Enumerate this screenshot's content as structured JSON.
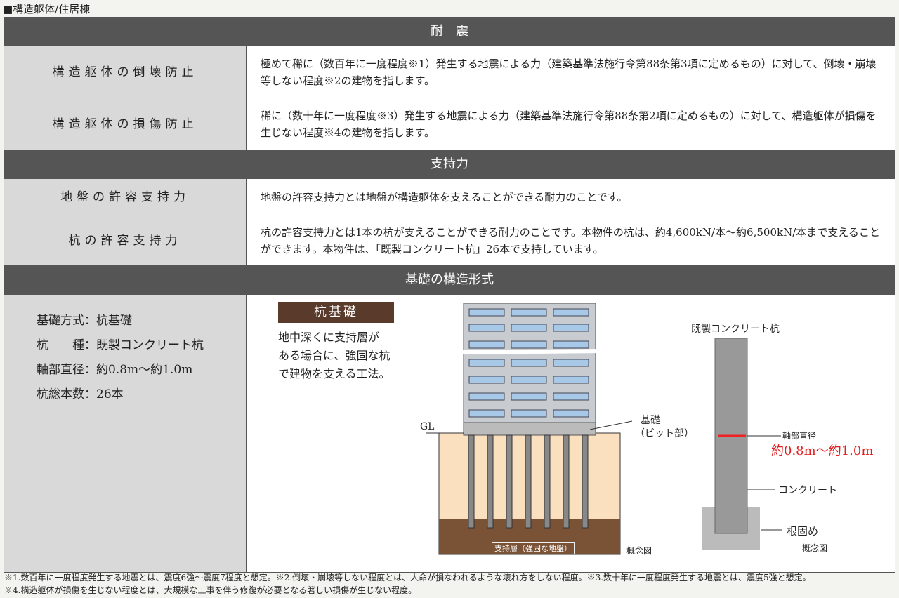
{
  "title": "■構造躯体/住居棟",
  "sections": [
    {
      "header": "耐　震",
      "rows": [
        {
          "label": "構造躯体の倒壊防止",
          "text": "極めて稀に（数百年に一度程度※1）発生する地震による力（建築基準法施行令第88条第3項に定めるもの）に対して、倒壊・崩壊等しない程度※2の建物を指します。"
        },
        {
          "label": "構造躯体の損傷防止",
          "text": "稀に（数十年に一度程度※3）発生する地震による力（建築基準法施行令第88条第2項に定めるもの）に対して、構造躯体が損傷を生じない程度※4の建物を指します。"
        }
      ]
    },
    {
      "header": "支持力",
      "rows": [
        {
          "label": "地盤の許容支持力",
          "text": "地盤の許容支持力とは地盤が構造躯体を支えることができる耐力のことです。"
        },
        {
          "label": "杭の許容支持力",
          "text": "杭の許容支持力とは1本の杭が支えることができる耐力のことです。本物件の杭は、約4,600kN/本～約6,500kN/本まで支えることができます。本物件は、「既製コンクリート杭」26本で支持しています。"
        }
      ]
    },
    {
      "header": "基礎の構造形式"
    }
  ],
  "spec": [
    "基礎方式：杭基礎",
    "杭　　種：既製コンクリート杭",
    "軸部直径：約0.8m～約1.0m",
    "杭総本数：26本"
  ],
  "diagram": {
    "badge": "杭基礎",
    "desc": [
      "地中深くに支持層が",
      "ある場合に、強固な杭",
      "で建物を支える工法。"
    ],
    "gl": "GL",
    "foundation": "基礎",
    "pit": "（ビット部）",
    "layer": "支持層（強固な地盤）",
    "concept": "概念図",
    "pile_title": "既製コンクリート杭",
    "diameter_label": "軸部直径",
    "diameter_value": "約0.8m～約1.0m",
    "concrete": "コンクリート",
    "root": "根固め",
    "concept2": "概念図"
  },
  "footnotes": [
    "※1.数百年に一度程度発生する地震とは、震度6強～震度7程度と想定。※2.倒壊・崩壊等しない程度とは、人命が損なわれるような壊れ方をしない程度。※3.数十年に一度程度発生する地震とは、震度5強と想定。",
    "※4.構造躯体が損傷を生じない程度とは、大規模な工事を伴う修復が必要となる著しい損傷が生じない程度。"
  ]
}
